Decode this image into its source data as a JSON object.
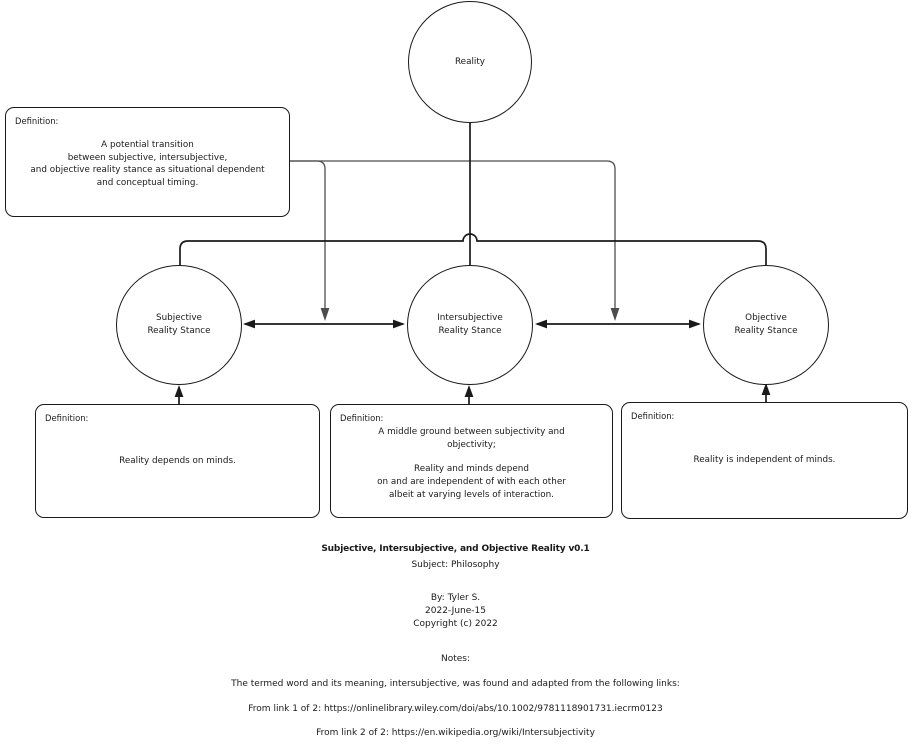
{
  "colors": {
    "background": "#ffffff",
    "primary_line": "#1a1a1a",
    "secondary_line": "#4d4d4d"
  },
  "nodes": {
    "reality": {
      "label": "Reality"
    },
    "subjective": {
      "line1": "Subjective",
      "line2": "Reality Stance"
    },
    "intersubjective": {
      "line1": "Intersubjective",
      "line2": "Reality Stance"
    },
    "objective": {
      "line1": "Objective",
      "line2": "Reality Stance"
    }
  },
  "definitions": {
    "transition": {
      "heading": "Definition:",
      "line1": "A potential transition",
      "line2": "between subjective, intersubjective,",
      "line3": "and objective reality stance as situational dependent",
      "line4": "and conceptual timing."
    },
    "subjective": {
      "heading": "Definition:",
      "body": "Reality depends on minds."
    },
    "intersubjective": {
      "heading": "Definition:",
      "para1_line1": "A middle ground between subjectivity and",
      "para1_line2": "objectivity;",
      "para2_line1": "Reality and minds depend",
      "para2_line2": "on and are independent of with each other",
      "para2_line3": "albeit at varying levels of interaction."
    },
    "objective": {
      "heading": "Definition:",
      "body": "Reality is independent of minds."
    }
  },
  "footer": {
    "title": "Subjective, Intersubjective, and Objective Reality v0.1",
    "subject": "Subject: Philosophy",
    "author": "By: Tyler S.",
    "date": "2022-June-15",
    "copyright": "Copyright (c) 2022",
    "notes_heading": "Notes:",
    "notes_body": "The termed word and its meaning, intersubjective, was found and adapted from the following links:",
    "link1": "From link 1 of 2: https://onlinelibrary.wiley.com/doi/abs/10.1002/9781118901731.iecrm0123",
    "link2": "From link 2 of 2: https://en.wikipedia.org/wiki/Intersubjectivity"
  }
}
